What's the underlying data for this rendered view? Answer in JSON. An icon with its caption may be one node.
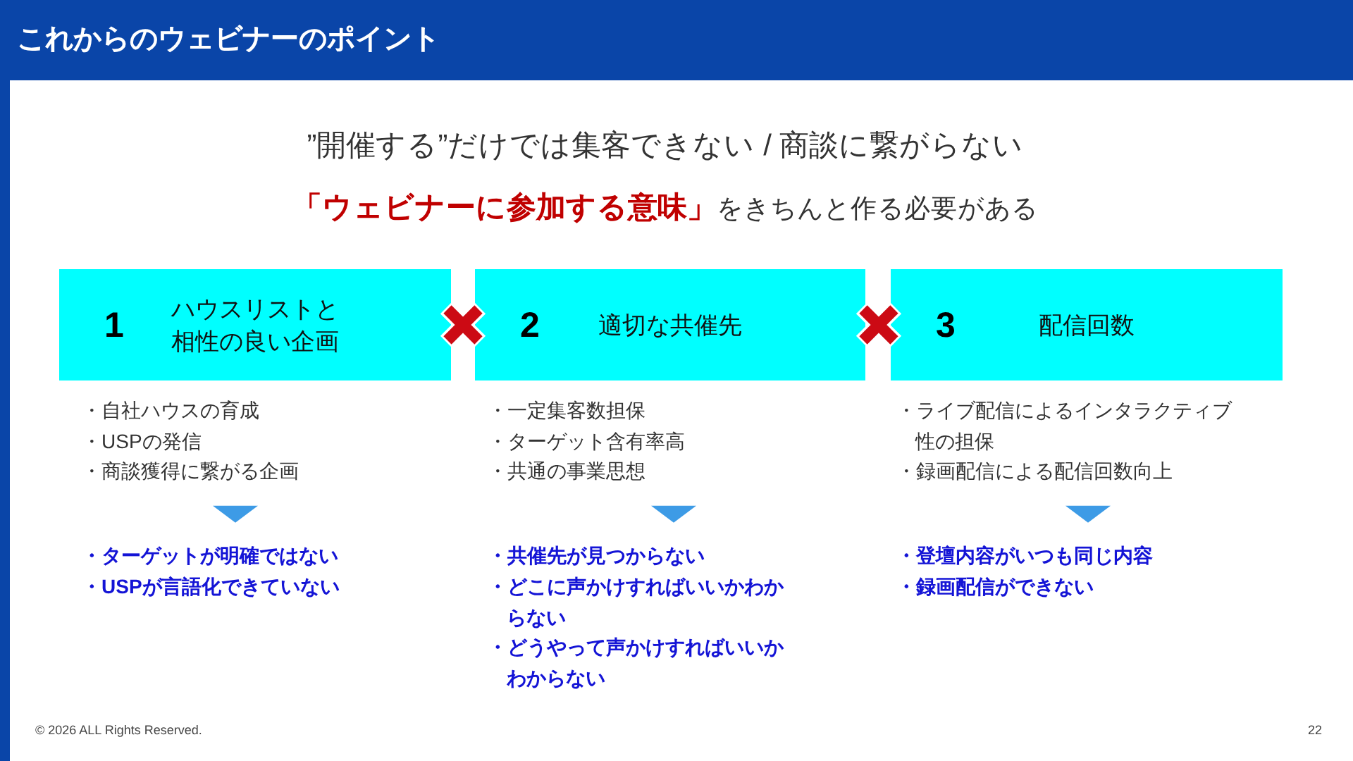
{
  "diagram": {
    "title": "これからのウェビナーのポイント",
    "nodes": [
      {
        "text": [
          "1",
          "ハウスリストと相性の良い企画"
        ]
      },
      {
        "text": [
          "2",
          "適切な共催先"
        ]
      },
      {
        "text": [
          "3",
          "配信回数"
        ]
      },
      {
        "text": [
          "・自社ハウスの育成",
          "・USPの発信",
          "・商談獲得に繋がる企画"
        ]
      },
      {
        "text": [
          "・一定集客数担保",
          "・ターゲット含有率高",
          "・共通の事業思想"
        ]
      },
      {
        "text": [
          "・ライブ配信によるインタラクティブ性の担保",
          "・録画配信による配信回数向上"
        ]
      },
      {
        "text": [
          "・ターゲットが明確ではない",
          "・USPが言語化できていない"
        ]
      },
      {
        "text": [
          "・共催先が見つからない",
          "・どこに声かけすればいいかわからない",
          "・どうやって声かけすればいいかわからない"
        ]
      },
      {
        "text": [
          "・登壇内容がいつも同じ内容",
          "・録画配信ができない"
        ]
      }
    ],
    "edges": [
      {
        "from": 3,
        "to": 6,
        "arrow": "to"
      },
      {
        "from": 4,
        "to": 7,
        "arrow": "to"
      },
      {
        "from": 5,
        "to": 8,
        "arrow": "to"
      }
    ],
    "labels": [
      "”開催する”だけでは集客できない / 商談に繋がらない",
      "**「ウェビナーに参加する意味」**をきちんと作る必要がある",
      "© 2026 ALL Rights Reserved.",
      "22"
    ]
  }
}
